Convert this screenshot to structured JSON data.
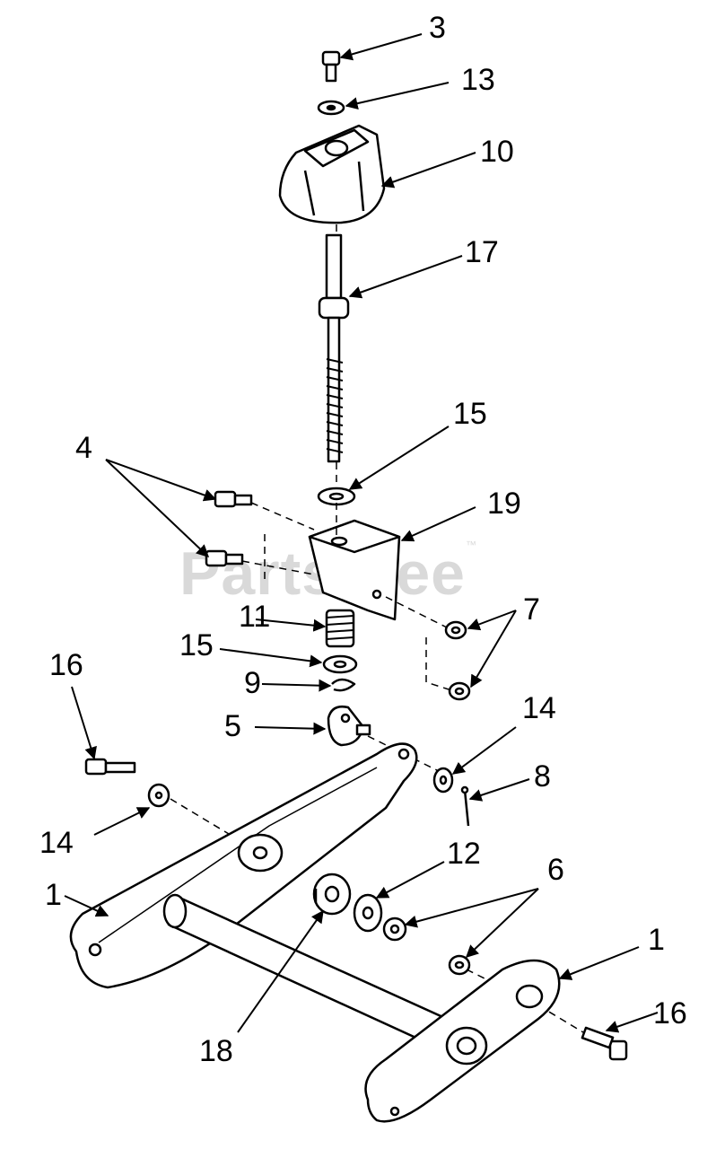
{
  "watermark": {
    "text": "PartsTree",
    "mark": "™"
  },
  "callouts": [
    {
      "id": "c3",
      "label": "3"
    },
    {
      "id": "c13",
      "label": "13"
    },
    {
      "id": "c10",
      "label": "10"
    },
    {
      "id": "c17",
      "label": "17"
    },
    {
      "id": "c15a",
      "label": "15"
    },
    {
      "id": "c4",
      "label": "4"
    },
    {
      "id": "c19",
      "label": "19"
    },
    {
      "id": "c11",
      "label": "11"
    },
    {
      "id": "c7",
      "label": "7"
    },
    {
      "id": "c15b",
      "label": "15"
    },
    {
      "id": "c9",
      "label": "9"
    },
    {
      "id": "c16a",
      "label": "16"
    },
    {
      "id": "c5",
      "label": "5"
    },
    {
      "id": "c14a",
      "label": "14"
    },
    {
      "id": "c8",
      "label": "8"
    },
    {
      "id": "c14b",
      "label": "14"
    },
    {
      "id": "c12",
      "label": "12"
    },
    {
      "id": "c6",
      "label": "6"
    },
    {
      "id": "c1a",
      "label": "1"
    },
    {
      "id": "c1b",
      "label": "1"
    },
    {
      "id": "c16b",
      "label": "16"
    },
    {
      "id": "c18",
      "label": "18"
    }
  ]
}
